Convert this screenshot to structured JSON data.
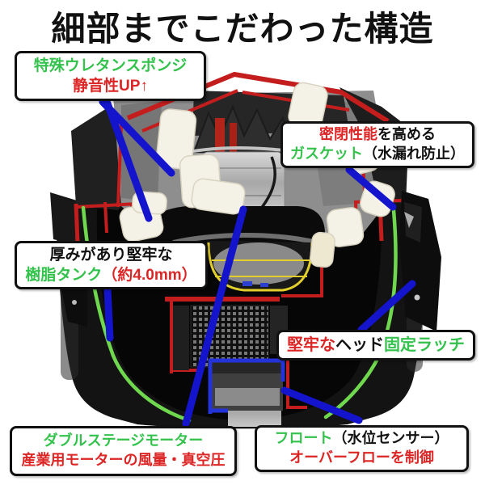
{
  "title": "細部までこだわった構造",
  "palette": {
    "green_text": "#33c24c",
    "red_text": "#dc2626",
    "black_text": "#111111",
    "arrow_blue": "#1414cd",
    "cut_edge_red": "#c41d1d",
    "gasket_green": "#6fd84f"
  },
  "callouts": {
    "sponge": {
      "part": "特殊ウレタンスポンジ",
      "benefit": "静音性UP↑"
    },
    "gasket": {
      "feature": "密閉性能",
      "feature_suffix": "を高める",
      "part": "ガスケット",
      "note": "（水漏れ防止）"
    },
    "tank": {
      "feature": "厚みがあり堅牢な",
      "part": "樹脂タンク",
      "spec": "（約4.0mm）"
    },
    "latch": {
      "feature": "堅牢な",
      "middle": "ヘッド",
      "part": "固定ラッチ"
    },
    "motor": {
      "part": "ダブルステージモーター",
      "desc": "産業用モーターの風量・真空圧"
    },
    "float": {
      "part": "フロート",
      "note": "（水位センサー）",
      "desc": "オーバーフローを制御"
    }
  }
}
